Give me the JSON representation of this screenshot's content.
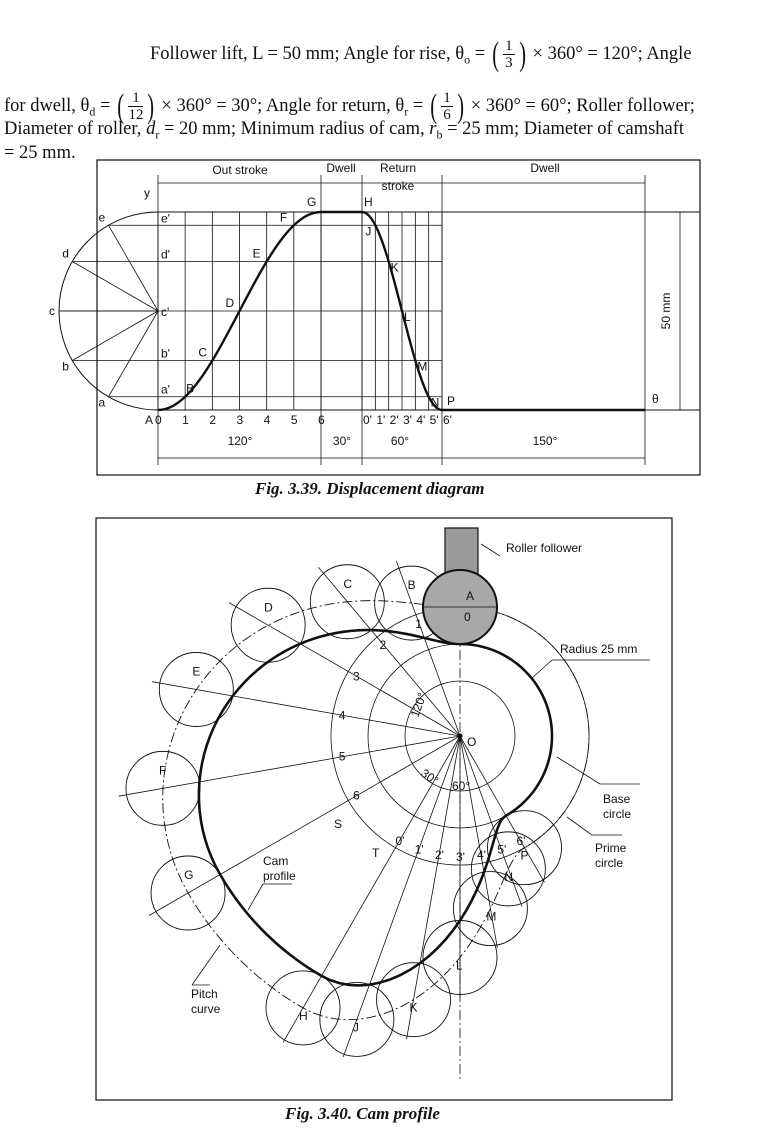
{
  "text": {
    "l1": {
      "a": "Follower lift, L = 50 mm; Angle for rise, θ",
      "sub": "o",
      "b": " = ",
      "num": "1",
      "den": "3",
      "c": " × 360° = 120°; Angle"
    },
    "l2": {
      "a": "for dwell, θ",
      "sub1": "d",
      "b": " = ",
      "num1": "1",
      "den1": "12",
      "c": " × 360° = 30°; Angle for return, θ",
      "sub2": "r",
      "d": " = ",
      "num2": "1",
      "den2": "6",
      "e": " × 360° = 60°; Roller follower;"
    },
    "l3": {
      "a": "Diameter of roller, ",
      "v1": "d",
      "sub1": "r",
      "b": " = 20 mm; Minimum radius of cam, ",
      "v2": "r",
      "sub2": "b",
      "c": " = 25 mm; Diameter of camshaft"
    },
    "l4": "= 25 mm."
  },
  "fig1": {
    "caption": "Fig. 3.39. Displacement diagram",
    "header": {
      "out": "Out stroke",
      "dwell1": "Dwell",
      "ret1": "Return",
      "ret2": "stroke",
      "dwell2": "Dwell"
    },
    "y_label": "y",
    "origin": "A",
    "theta": "θ",
    "lift": "50 mm",
    "end_point": "P",
    "circle_points": [
      "a",
      "b",
      "c",
      "d",
      "e"
    ],
    "level_labels": [
      "a'",
      "b'",
      "c'",
      "d'",
      "e'"
    ],
    "rise_points": [
      "B",
      "C",
      "D",
      "E",
      "F",
      "G"
    ],
    "return_points": [
      "H",
      "J",
      "K",
      "L",
      "M",
      "N"
    ],
    "rise_ticks": [
      "0",
      "1",
      "2",
      "3",
      "4",
      "5",
      "6"
    ],
    "return_ticks": [
      "0'",
      "1'",
      "2'",
      "3'",
      "4'",
      "5'",
      "6'"
    ],
    "angles": [
      "120°",
      "30°",
      "60°",
      "150°"
    ]
  },
  "fig2": {
    "caption": "Fig. 3.40. Cam profile",
    "rise_rollers": [
      "A",
      "B",
      "C",
      "D",
      "E",
      "F",
      "G"
    ],
    "return_rollers": [
      "H",
      "J",
      "K",
      "L",
      "M",
      "N",
      "P"
    ],
    "rise_marks": [
      "0",
      "1",
      "2",
      "3",
      "4",
      "5",
      "6"
    ],
    "return_marks": [
      "0'",
      "1'",
      "2'",
      "3'",
      "4'",
      "5'",
      "6'"
    ],
    "centre": "O",
    "a120": "120°",
    "a30": "30°",
    "a60": "60°",
    "s": "S",
    "t": "T",
    "roller_follower": "Roller follower",
    "radius": "Radius 25 mm",
    "base1": "Base",
    "base2": "circle",
    "prime1": "Prime",
    "prime2": "circle",
    "cam1": "Cam",
    "cam2": "profile",
    "pitch1": "Pitch",
    "pitch2": "curve"
  }
}
